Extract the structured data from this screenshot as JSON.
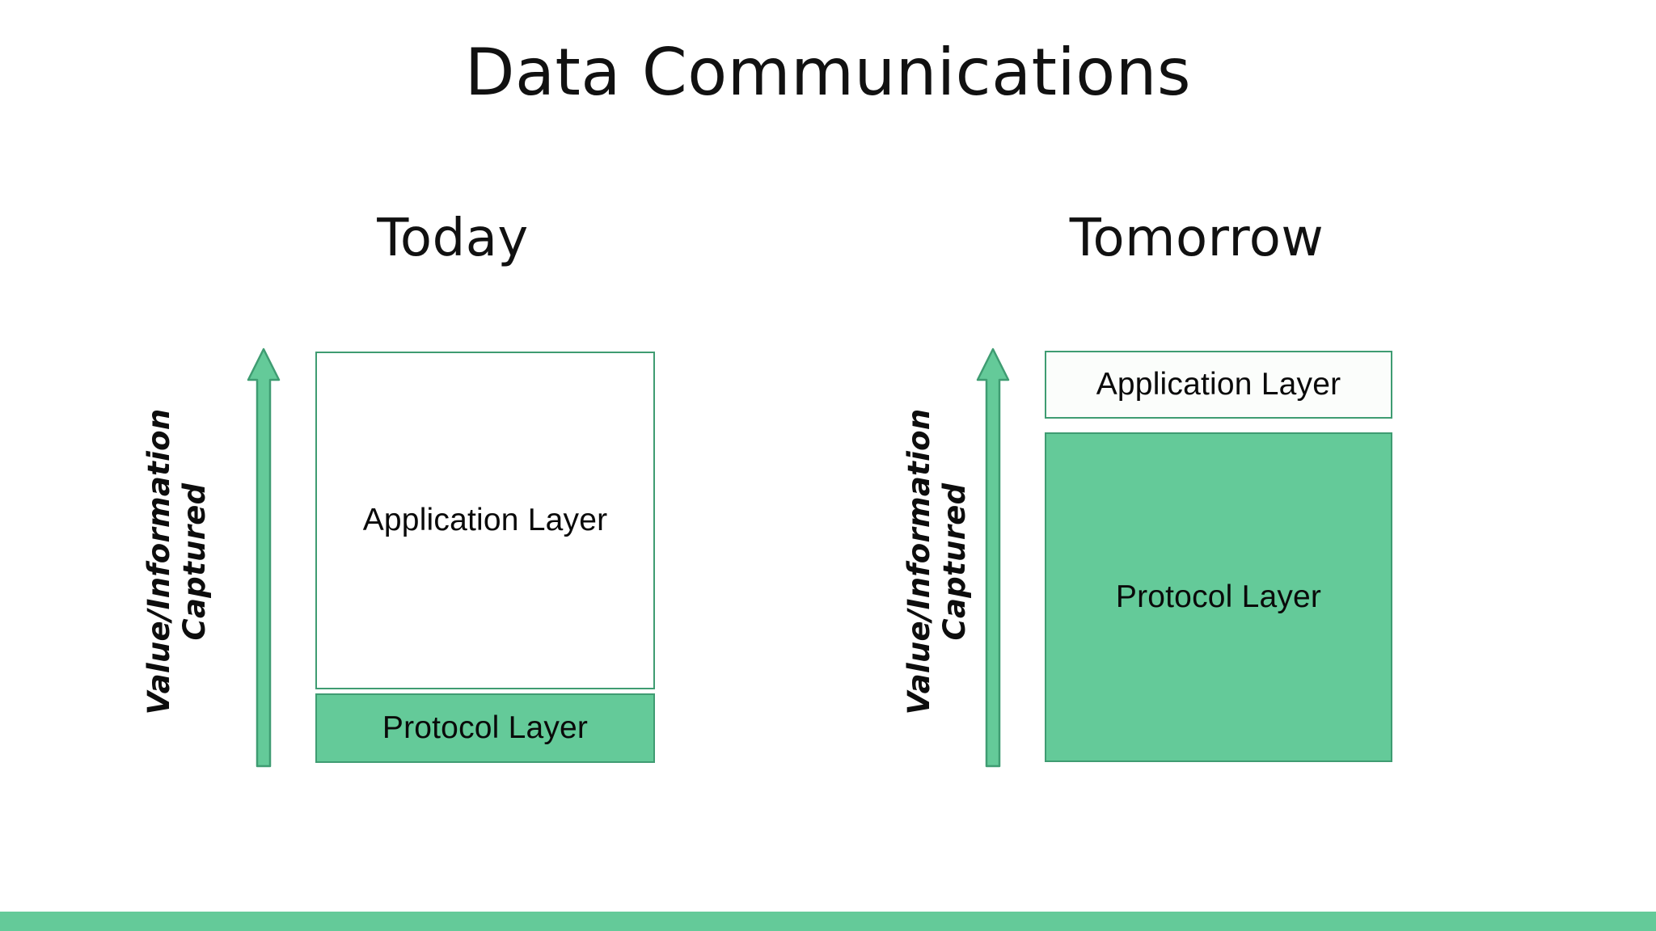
{
  "slide": {
    "title": "Data Communications",
    "background_color": "#ffffff",
    "accent_color": "#64ca99",
    "border_color": "#3f9c72",
    "text_color": "#111111"
  },
  "axis": {
    "label": "Value/Information\nCaptured",
    "arrow_icon": "up-arrow-icon",
    "arrow_color": "#64ca99",
    "arrow_outline_color": "#3f9c72",
    "direction": "up"
  },
  "columns": [
    {
      "key": "today",
      "heading": "Today",
      "layers": [
        {
          "key": "application",
          "label": "Application Layer",
          "fill": "#ffffff",
          "share": "large"
        },
        {
          "key": "protocol",
          "label": "Protocol Layer",
          "fill": "#64ca99",
          "share": "small"
        }
      ]
    },
    {
      "key": "tomorrow",
      "heading": "Tomorrow",
      "layers": [
        {
          "key": "application",
          "label": "Application Layer",
          "fill": "#fbfdfb",
          "share": "small"
        },
        {
          "key": "protocol",
          "label": "Protocol Layer",
          "fill": "#64ca99",
          "share": "large"
        }
      ]
    }
  ],
  "bottom_bar": {
    "color": "#64ca99"
  }
}
